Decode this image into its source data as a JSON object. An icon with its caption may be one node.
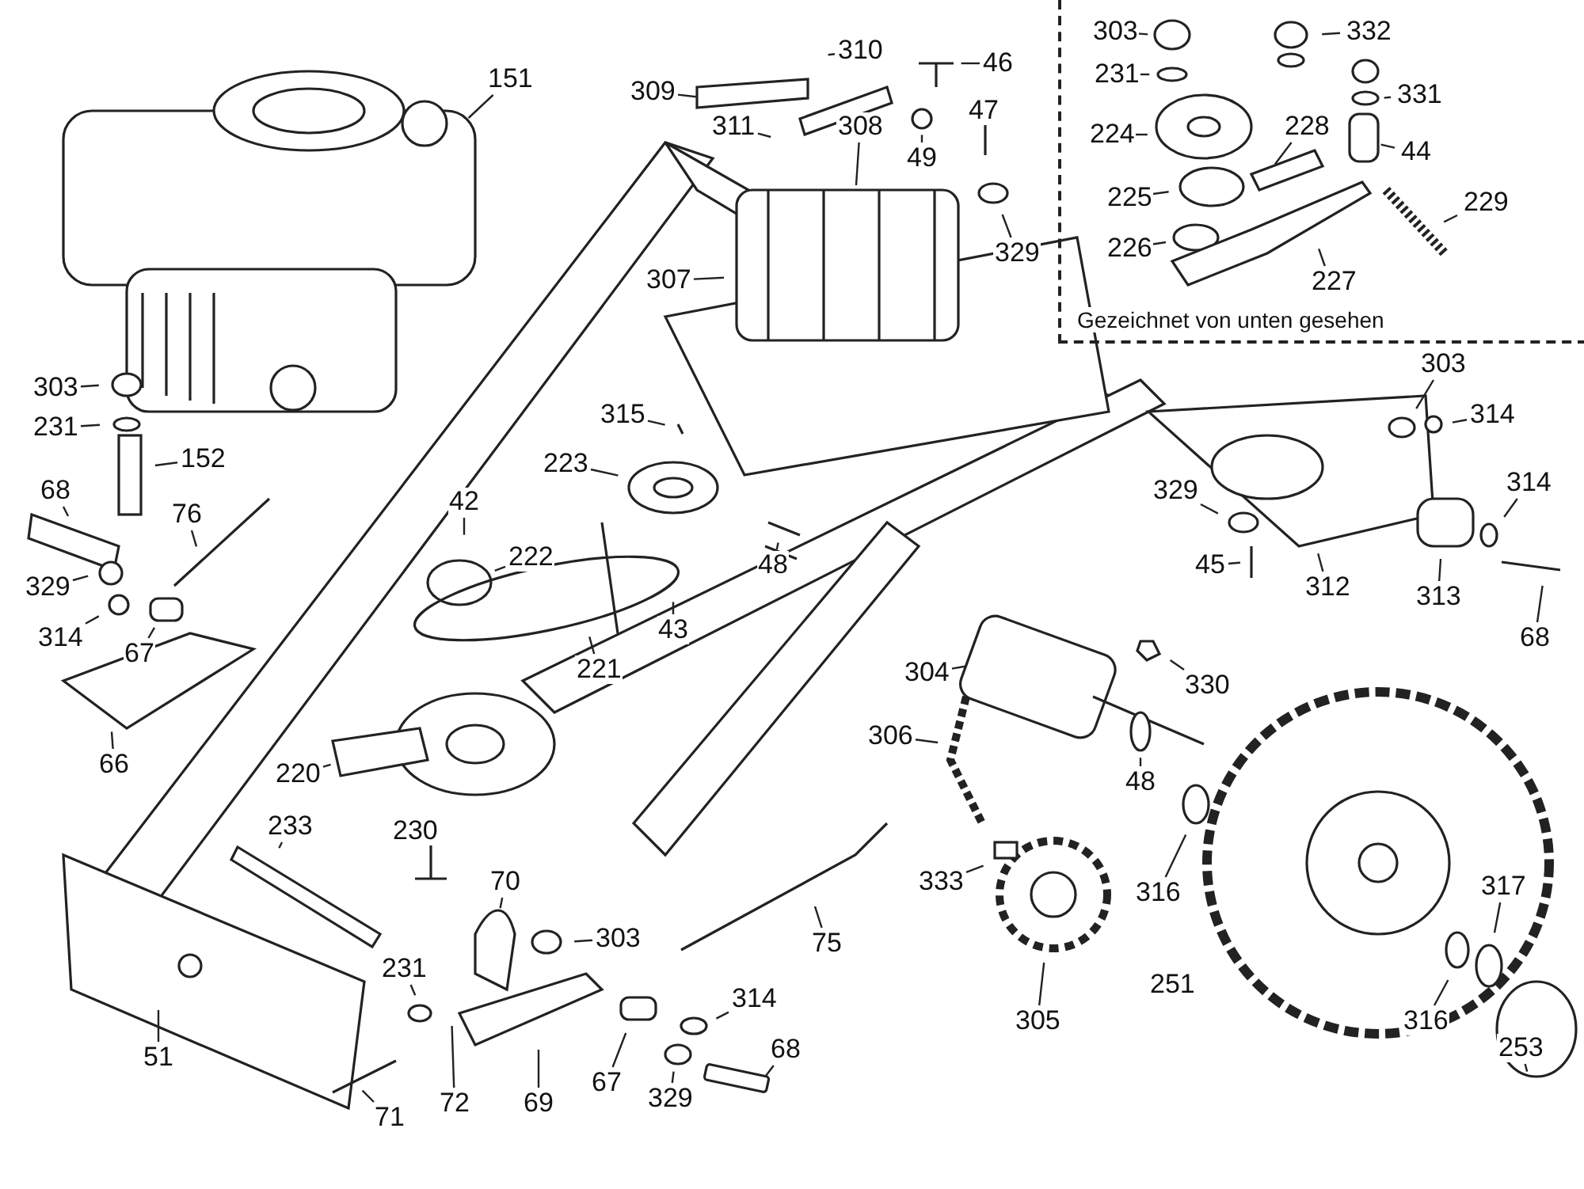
{
  "diagram": {
    "nodes": [
      {
        "text": [
          "Gezeichnet von unten gesehen"
        ]
      },
      {
        "text": [
          "303"
        ],
        "in": 0
      },
      {
        "text": [
          "332"
        ],
        "in": 0
      },
      {
        "text": [
          "231"
        ],
        "in": 0
      },
      {
        "text": [
          "331"
        ],
        "in": 0
      },
      {
        "text": [
          "228"
        ],
        "in": 0
      },
      {
        "text": [
          "224"
        ],
        "in": 0
      },
      {
        "text": [
          "44"
        ],
        "in": 0
      },
      {
        "text": [
          "225"
        ],
        "in": 0
      },
      {
        "text": [
          "229"
        ],
        "in": 0
      },
      {
        "text": [
          "226"
        ],
        "in": 0
      },
      {
        "text": [
          "227"
        ],
        "in": 0
      },
      {
        "text": [
          "309"
        ]
      },
      {
        "text": [
          "310"
        ]
      },
      {
        "text": [
          "46"
        ]
      },
      {
        "text": [
          "151"
        ]
      },
      {
        "text": [
          "311"
        ]
      },
      {
        "text": [
          "308"
        ]
      },
      {
        "text": [
          "47"
        ]
      },
      {
        "text": [
          "49"
        ]
      },
      {
        "text": [
          "329"
        ]
      },
      {
        "text": [
          "307"
        ]
      },
      {
        "text": [
          "303"
        ]
      },
      {
        "text": [
          "231"
        ]
      },
      {
        "text": [
          "315"
        ]
      },
      {
        "text": [
          "303"
        ]
      },
      {
        "text": [
          "314"
        ]
      },
      {
        "text": [
          "152"
        ]
      },
      {
        "text": [
          "223"
        ]
      },
      {
        "text": [
          "68"
        ]
      },
      {
        "text": [
          "329"
        ]
      },
      {
        "text": [
          "314"
        ]
      },
      {
        "text": [
          "42"
        ]
      },
      {
        "text": [
          "76"
        ]
      },
      {
        "text": [
          "48"
        ]
      },
      {
        "text": [
          "45"
        ]
      },
      {
        "text": [
          "222"
        ]
      },
      {
        "text": [
          "329"
        ]
      },
      {
        "text": [
          "312"
        ]
      },
      {
        "text": [
          "313"
        ]
      },
      {
        "text": [
          "43"
        ]
      },
      {
        "text": [
          "314"
        ]
      },
      {
        "text": [
          "68"
        ]
      },
      {
        "text": [
          "67"
        ]
      },
      {
        "text": [
          "221"
        ]
      },
      {
        "text": [
          "304"
        ]
      },
      {
        "text": [
          "330"
        ]
      },
      {
        "text": [
          "306"
        ]
      },
      {
        "text": [
          "66"
        ]
      },
      {
        "text": [
          "220"
        ]
      },
      {
        "text": [
          "48"
        ]
      },
      {
        "text": [
          "233"
        ]
      },
      {
        "text": [
          "230"
        ]
      },
      {
        "text": [
          "333"
        ]
      },
      {
        "text": [
          "70"
        ]
      },
      {
        "text": [
          "316"
        ]
      },
      {
        "text": [
          "317"
        ]
      },
      {
        "text": [
          "303"
        ]
      },
      {
        "text": [
          "75"
        ]
      },
      {
        "text": [
          "231"
        ]
      },
      {
        "text": [
          "314"
        ]
      },
      {
        "text": [
          "305"
        ]
      },
      {
        "text": [
          "316"
        ]
      },
      {
        "text": [
          "253"
        ]
      },
      {
        "text": [
          "68"
        ]
      },
      {
        "text": [
          "51"
        ]
      },
      {
        "text": [
          "329"
        ]
      },
      {
        "text": [
          "67"
        ]
      },
      {
        "text": [
          "69"
        ]
      },
      {
        "text": [
          "72"
        ]
      },
      {
        "text": [
          "71"
        ]
      }
    ],
    "edges": [
      {
        "from": 1,
        "to": null,
        "arrow": "none"
      },
      {
        "from": 2,
        "to": null,
        "arrow": "none"
      },
      {
        "from": 3,
        "to": null,
        "arrow": "none"
      },
      {
        "from": 4,
        "to": null,
        "arrow": "none"
      },
      {
        "from": 5,
        "to": null,
        "arrow": "none"
      },
      {
        "from": 6,
        "to": null,
        "arrow": "none"
      },
      {
        "from": 7,
        "to": null,
        "arrow": "none"
      },
      {
        "from": 8,
        "to": null,
        "arrow": "none"
      },
      {
        "from": 9,
        "to": null,
        "arrow": "none"
      },
      {
        "from": 10,
        "to": null,
        "arrow": "none"
      },
      {
        "from": 11,
        "to": null,
        "arrow": "none"
      },
      {
        "from": 12,
        "to": null,
        "arrow": "none"
      },
      {
        "from": 13,
        "to": null,
        "arrow": "none"
      },
      {
        "from": 14,
        "to": null,
        "arrow": "none"
      },
      {
        "from": 15,
        "to": null,
        "arrow": "none"
      },
      {
        "from": 16,
        "to": null,
        "arrow": "none"
      },
      {
        "from": 17,
        "to": null,
        "arrow": "none"
      },
      {
        "from": 18,
        "to": null,
        "arrow": "none"
      },
      {
        "from": 19,
        "to": null,
        "arrow": "none"
      },
      {
        "from": 20,
        "to": null,
        "arrow": "none"
      },
      {
        "from": 21,
        "to": null,
        "arrow": "none"
      },
      {
        "from": 22,
        "to": null,
        "arrow": "none"
      },
      {
        "from": 23,
        "to": null,
        "arrow": "none"
      },
      {
        "from": 24,
        "to": null,
        "arrow": "none"
      },
      {
        "from": 25,
        "to": null,
        "arrow": "none"
      },
      {
        "from": 26,
        "to": null,
        "arrow": "none"
      },
      {
        "from": 27,
        "to": null,
        "arrow": "none"
      },
      {
        "from": 28,
        "to": null,
        "arrow": "none"
      },
      {
        "from": 29,
        "to": null,
        "arrow": "none"
      },
      {
        "from": 30,
        "to": null,
        "arrow": "none"
      },
      {
        "from": 31,
        "to": null,
        "arrow": "none"
      },
      {
        "from": 32,
        "to": null,
        "arrow": "none"
      },
      {
        "from": 33,
        "to": null,
        "arrow": "none"
      },
      {
        "from": 34,
        "to": null,
        "arrow": "none"
      },
      {
        "from": 35,
        "to": null,
        "arrow": "none"
      },
      {
        "from": 36,
        "to": null,
        "arrow": "none"
      },
      {
        "from": 37,
        "to": null,
        "arrow": "none"
      },
      {
        "from": 38,
        "to": null,
        "arrow": "none"
      },
      {
        "from": 39,
        "to": null,
        "arrow": "none"
      },
      {
        "from": 40,
        "to": null,
        "arrow": "none"
      },
      {
        "from": 41,
        "to": null,
        "arrow": "none"
      },
      {
        "from": 42,
        "to": null,
        "arrow": "none"
      },
      {
        "from": 43,
        "to": null,
        "arrow": "none"
      },
      {
        "from": 44,
        "to": null,
        "arrow": "none"
      },
      {
        "from": 45,
        "to": null,
        "arrow": "none"
      },
      {
        "from": 46,
        "to": null,
        "arrow": "none"
      },
      {
        "from": 47,
        "to": null,
        "arrow": "none"
      },
      {
        "from": 48,
        "to": null,
        "arrow": "none"
      },
      {
        "from": 49,
        "to": null,
        "arrow": "none"
      },
      {
        "from": 50,
        "to": null,
        "arrow": "none"
      },
      {
        "from": 51,
        "to": null,
        "arrow": "none"
      },
      {
        "from": 52,
        "to": null,
        "arrow": "none"
      },
      {
        "from": 53,
        "to": null,
        "arrow": "none"
      },
      {
        "from": 54,
        "to": null,
        "arrow": "none"
      },
      {
        "from": 55,
        "to": null,
        "arrow": "none"
      },
      {
        "from": 56,
        "to": null,
        "arrow": "none"
      },
      {
        "from": 57,
        "to": null,
        "arrow": "none"
      },
      {
        "from": 58,
        "to": null,
        "arrow": "none"
      },
      {
        "from": 59,
        "to": null,
        "arrow": "none"
      },
      {
        "from": 60,
        "to": null,
        "arrow": "none"
      },
      {
        "from": 61,
        "to": null,
        "arrow": "none"
      },
      {
        "from": 62,
        "to": null,
        "arrow": "none"
      },
      {
        "from": 63,
        "to": null,
        "arrow": "none"
      },
      {
        "from": 64,
        "to": null,
        "arrow": "none"
      },
      {
        "from": 65,
        "to": null,
        "arrow": "none"
      },
      {
        "from": 66,
        "to": null,
        "arrow": "none"
      },
      {
        "from": 67,
        "to": null,
        "arrow": "none"
      },
      {
        "from": 68,
        "to": null,
        "arrow": "none"
      },
      {
        "from": 69,
        "to": null,
        "arrow": "none"
      },
      {
        "from": 70,
        "to": null,
        "arrow": "none"
      }
    ],
    "labels": [
      "251"
    ]
  }
}
